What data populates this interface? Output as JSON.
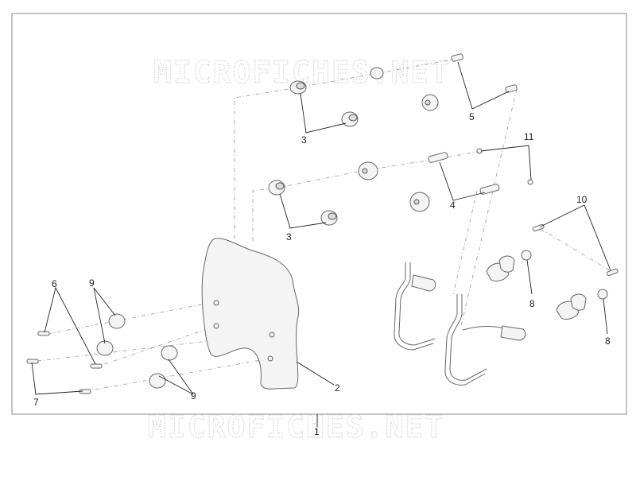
{
  "watermark": {
    "top_text": "MICROFICHES.NET",
    "bottom_text": "MICROFICHES.NET"
  },
  "callouts": {
    "c1": "1",
    "c2": "2",
    "c3a": "3",
    "c3b": "3",
    "c4": "4",
    "c5": "5",
    "c6": "6",
    "c7": "7",
    "c8a": "8",
    "c8b": "8",
    "c9a": "9",
    "c9b": "9",
    "c10": "10",
    "c11": "11"
  },
  "colors": {
    "line": "#222222",
    "part_stroke": "#666666",
    "watermark": "#d4d4d4"
  }
}
